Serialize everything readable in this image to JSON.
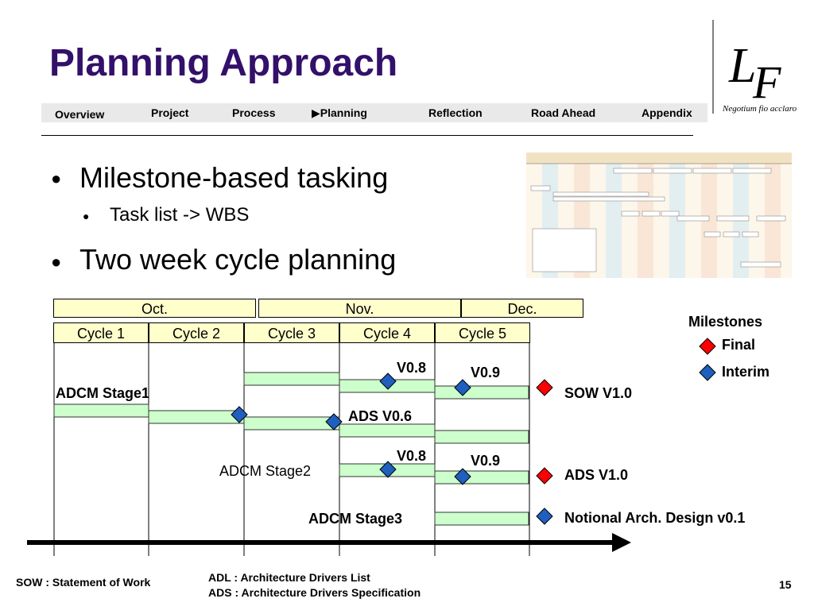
{
  "slide": {
    "title": "Planning Approach",
    "nav": [
      "Overview",
      "Project",
      "Process",
      "▶Planning",
      "Reflection",
      "Road Ahead",
      "Appendix"
    ],
    "logo": {
      "motto": "Negotium fio acclaro"
    },
    "bullets": [
      {
        "text": "Milestone-based tasking",
        "sub": [
          "Task list -> WBS"
        ]
      },
      {
        "text": "Two week cycle planning",
        "sub": []
      }
    ]
  },
  "timeline": {
    "months": [
      "Oct.",
      "Nov.",
      "Dec."
    ],
    "cycles": [
      "Cycle 1",
      "Cycle 2",
      "Cycle 3",
      "Cycle 4",
      "Cycle 5"
    ],
    "labels": {
      "adcm_stage1": "ADCM Stage1",
      "adcm_stage2": "ADCM Stage2",
      "adcm_stage3": "ADCM Stage3",
      "v08_a": "V0.8",
      "v09_a": "V0.9",
      "ads_v06": "ADS V0.6",
      "v08_b": "V0.8",
      "v09_b": "V0.9",
      "sow_v10": "SOW V1.0",
      "ads_v10": "ADS V1.0",
      "notional": "Notional Arch. Design v0.1"
    },
    "legend": {
      "title": "Milestones",
      "final": "Final",
      "interim": "Interim"
    },
    "colors": {
      "bar_fill": "#ccffcc",
      "final": "#ff0000",
      "interim": "#1f5fbf",
      "month_fill": "#ffffcc"
    }
  },
  "footer": {
    "sow": "SOW : Statement of Work",
    "adl": "ADL : Architecture Drivers List",
    "ads": "ADS : Architecture Drivers Specification",
    "page": "15"
  }
}
